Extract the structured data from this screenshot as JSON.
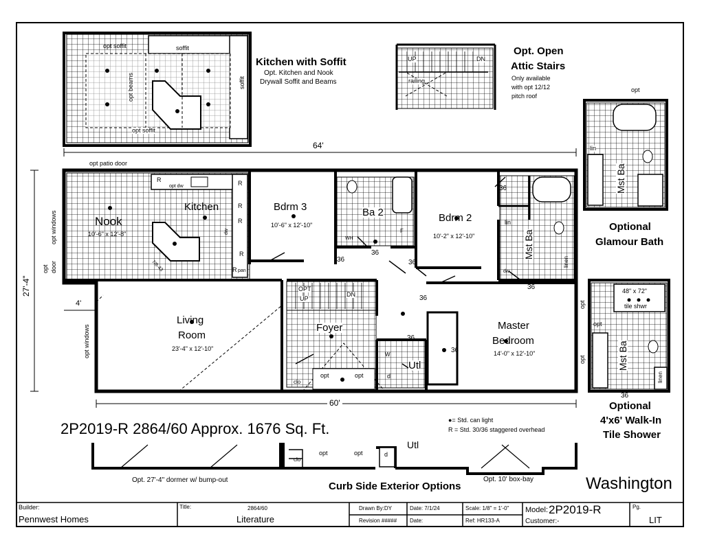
{
  "sheet": {
    "model_line": "2P2019-R 2864/60 Approx. 1676 Sq. Ft.",
    "series_name": "Washington",
    "legend_can_light": "●= Std. can light",
    "legend_r": "R = Std. 30/36 staggered overhead"
  },
  "dimensions": {
    "width_top": "64'",
    "width_bottom": "60'",
    "depth": "27'-4\"",
    "offset": "4'"
  },
  "rooms": {
    "nook": {
      "name": "Nook",
      "size": "10'-6\" x 12'-8\""
    },
    "kitchen": {
      "name": "Kitchen"
    },
    "bdrm3": {
      "name": "Bdrm 3",
      "size": "10'-6\" x 12'-10\""
    },
    "ba2": {
      "name": "Ba 2"
    },
    "bdrm2": {
      "name": "Bdrm 2",
      "size": "10'-2\" x 12'-10\""
    },
    "mstba": {
      "name": "Mst Ba"
    },
    "living": {
      "name_1": "Living",
      "name_2": "Room",
      "size": "23'-4\" x 12'-10\""
    },
    "foyer": {
      "name": "Foyer"
    },
    "utl": {
      "name": "Utl"
    },
    "master": {
      "name_1": "Master",
      "name_2": "Bedroom",
      "size": "14'-0\" x 12'-10\""
    }
  },
  "labels": {
    "opt_patio_door": "opt patio door",
    "opt_windows": "opt windows",
    "opt_door_1": "opt",
    "opt_door_2": "door",
    "opt": "opt",
    "r": "R",
    "opt_dw": "opt dw",
    "dw": "dw",
    "pan": "pan",
    "lin": "lin",
    "linen": "linen",
    "dw_bath": "dw",
    "d36": "36",
    "opt_up": "OPT",
    "up": "UP",
    "dn": "DN",
    "wh": "WH",
    "f": "F",
    "w": "W",
    "d": "d",
    "clo": "clo",
    "island": "7/8-43",
    "railing": "railing",
    "opt_soffit": "opt soffit",
    "soffit": "soffit",
    "opt_beams": "opt beams"
  },
  "insets": {
    "kitchen_soffit": {
      "title": "Kitchen with Soffit",
      "line1": "Opt. Kitchen and Nook",
      "line2": "Drywall Soffit and Beams"
    },
    "attic": {
      "title1": "Opt. Open",
      "title2": "Attic Stairs",
      "note1": "Only available",
      "note2": "with opt 12/12",
      "note3": "pitch roof"
    },
    "glamour": {
      "title1": "Optional",
      "title2": "Glamour Bath",
      "opt": "opt",
      "mstba": "Mst Ba",
      "lin": "lin"
    },
    "shower": {
      "title1": "Optional",
      "title2": "4'x6' Walk-In",
      "title3": "Tile Shower",
      "size_1": "48\" x 72\"",
      "size_2": "tile shwr",
      "mstba": "Mst Ba",
      "opt": "opt",
      "linen": "linen",
      "d36": "36"
    },
    "exterior": {
      "title": "Curb Side Exterior Options",
      "dormer": "Opt. 27'-4\" dormer w/ bump-out",
      "bay": "Opt. 10' box-bay",
      "opt": "opt",
      "utl": "Utl",
      "d": "d",
      "clo": "clo"
    }
  },
  "title_block": {
    "builder_label": "Builder:",
    "builder": "Pennwest Homes",
    "title_label": "Title:",
    "title_num": "2864/60",
    "title": "Literature",
    "drawn": "Drawn By:DY",
    "date": "Date: 7/1/24",
    "revision": "Revision #####",
    "date2": "Date:",
    "scale": "Scale: 1/8\" = 1'-0\"",
    "ref": "Ref: HR133-A",
    "model_label": "Model:",
    "model": "2P2019-R",
    "customer": "Customer:-",
    "pg_label": "Pg.",
    "pg": "LIT"
  }
}
